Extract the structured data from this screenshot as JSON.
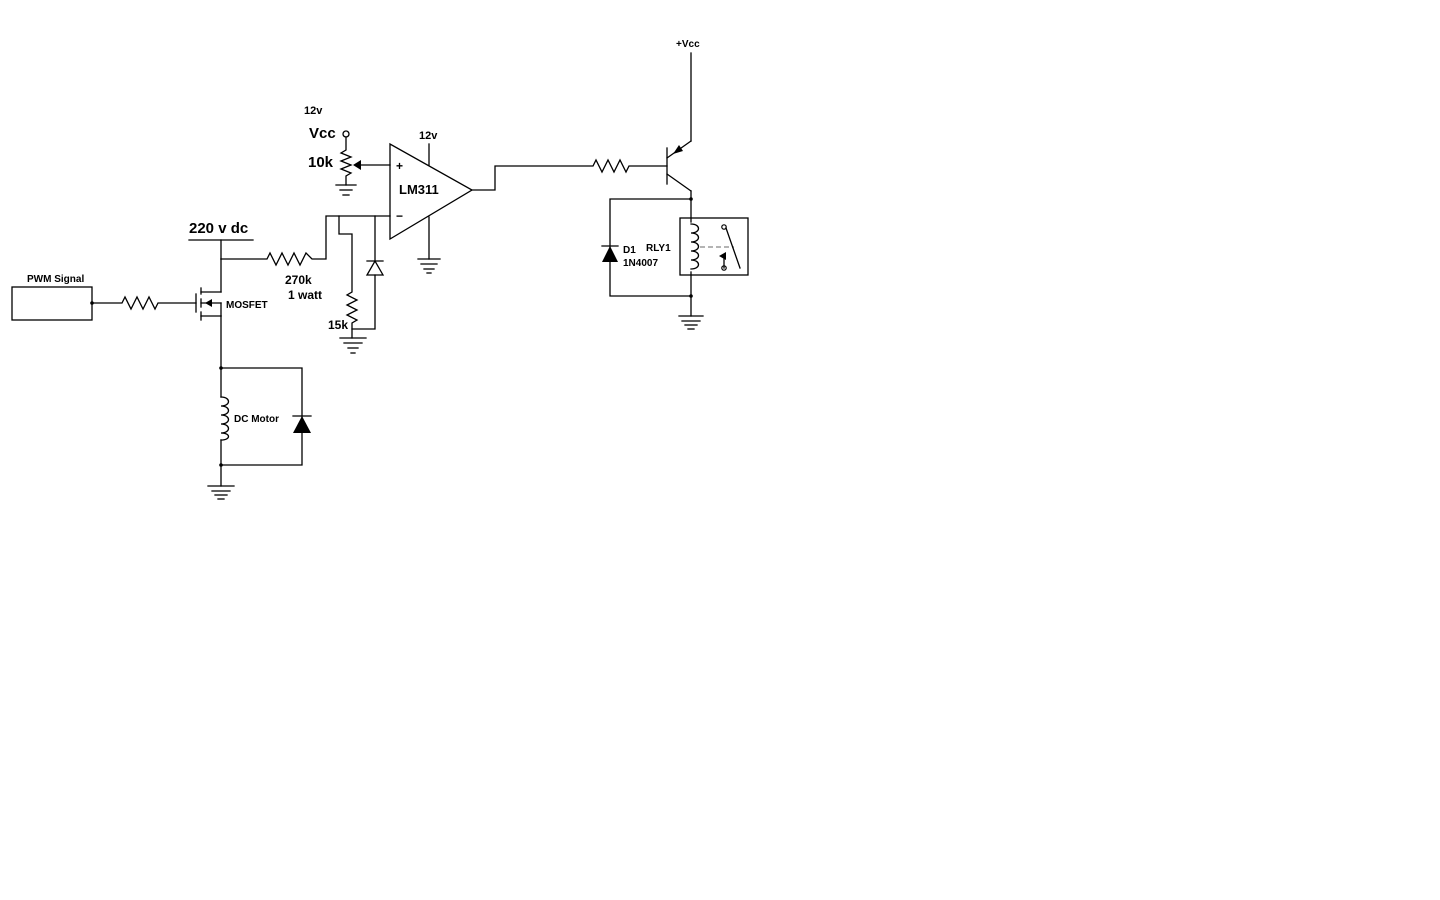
{
  "diagram": {
    "pwm_label": "PWM Signal",
    "supply_220": "220 v dc",
    "mosfet_label": "MOSFET",
    "motor_label": "DC Motor",
    "r_270k": "270k",
    "r_270k_power": "1 watt",
    "r_15k": "15k",
    "pot_supply_voltage": "12v",
    "pot_supply": "Vcc",
    "pot_value": "10k",
    "comparator_supply": "12v",
    "comparator_label": "LM311",
    "plus_sign": "+",
    "minus_sign": "−",
    "vcc_top": "+Vcc",
    "diode_label": "D1",
    "diode_part": "1N4007",
    "relay_label": "RLY1"
  },
  "colors": {
    "line": "#000000",
    "background": "#ffffff",
    "relay_link": "#888888"
  }
}
